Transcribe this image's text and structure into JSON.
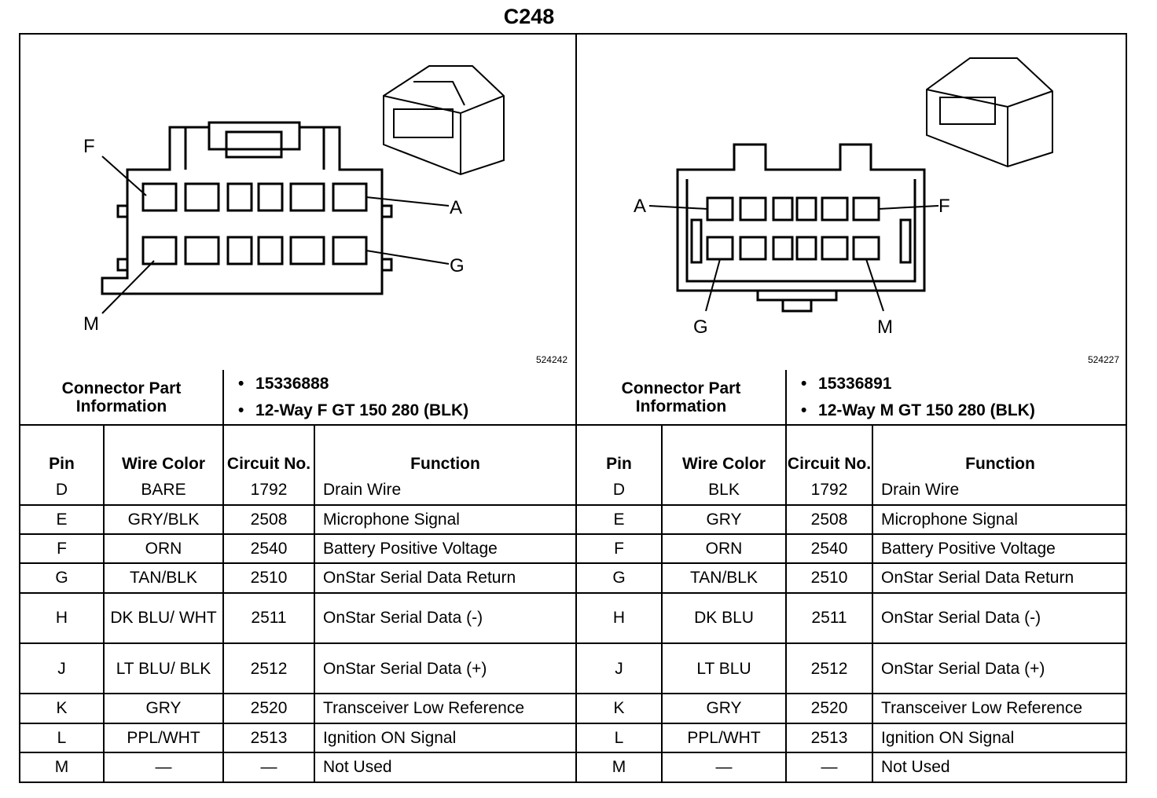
{
  "title": "C248",
  "left": {
    "art_number": "524242",
    "pin_labels": {
      "f": "F",
      "a": "A",
      "g": "G",
      "m": "M"
    },
    "connector_info_label": "Connector Part Information",
    "part_lines": [
      "15336888",
      "12-Way F GT 150 280 (BLK)"
    ],
    "headers": {
      "pin": "Pin",
      "wire": "Wire Color",
      "circuit": "Circuit No.",
      "function": "Function"
    },
    "rows": [
      {
        "pin": "D",
        "wire": "BARE",
        "circuit": "1792",
        "function": "Drain Wire"
      },
      {
        "pin": "E",
        "wire": "GRY/BLK",
        "circuit": "2508",
        "function": "Microphone Signal"
      },
      {
        "pin": "F",
        "wire": "ORN",
        "circuit": "2540",
        "function": "Battery Positive Voltage"
      },
      {
        "pin": "G",
        "wire": "TAN/BLK",
        "circuit": "2510",
        "function": "OnStar Serial Data Return"
      },
      {
        "pin": "H",
        "wire": "DK BLU/ WHT",
        "circuit": "2511",
        "function": "OnStar Serial Data (-)"
      },
      {
        "pin": "J",
        "wire": "LT BLU/ BLK",
        "circuit": "2512",
        "function": "OnStar Serial Data (+)"
      },
      {
        "pin": "K",
        "wire": "GRY",
        "circuit": "2520",
        "function": "Transceiver Low Reference"
      },
      {
        "pin": "L",
        "wire": "PPL/WHT",
        "circuit": "2513",
        "function": "Ignition ON Signal"
      },
      {
        "pin": "M",
        "wire": "—",
        "circuit": "—",
        "function": "Not Used"
      }
    ]
  },
  "right": {
    "art_number": "524227",
    "pin_labels": {
      "a": "A",
      "f": "F",
      "g": "G",
      "m": "M"
    },
    "connector_info_label": "Connector Part Information",
    "part_lines": [
      "15336891",
      "12-Way M GT 150 280 (BLK)"
    ],
    "headers": {
      "pin": "Pin",
      "wire": "Wire Color",
      "circuit": "Circuit No.",
      "function": "Function"
    },
    "rows": [
      {
        "pin": "D",
        "wire": "BLK",
        "circuit": "1792",
        "function": "Drain Wire"
      },
      {
        "pin": "E",
        "wire": "GRY",
        "circuit": "2508",
        "function": "Microphone Signal"
      },
      {
        "pin": "F",
        "wire": "ORN",
        "circuit": "2540",
        "function": "Battery Positive Voltage"
      },
      {
        "pin": "G",
        "wire": "TAN/BLK",
        "circuit": "2510",
        "function": "OnStar Serial Data Return"
      },
      {
        "pin": "H",
        "wire": "DK BLU",
        "circuit": "2511",
        "function": "OnStar Serial Data (-)"
      },
      {
        "pin": "J",
        "wire": "LT BLU",
        "circuit": "2512",
        "function": "OnStar Serial Data (+)"
      },
      {
        "pin": "K",
        "wire": "GRY",
        "circuit": "2520",
        "function": "Transceiver Low Reference"
      },
      {
        "pin": "L",
        "wire": "PPL/WHT",
        "circuit": "2513",
        "function": "Ignition ON Signal"
      },
      {
        "pin": "M",
        "wire": "—",
        "circuit": "—",
        "function": "Not Used"
      }
    ]
  }
}
